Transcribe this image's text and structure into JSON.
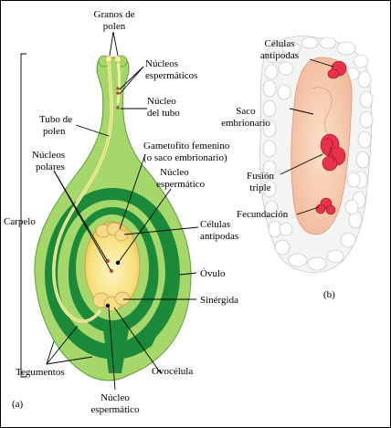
{
  "panel_a": {
    "label": "(a)",
    "labels": {
      "pollen_line1": "Granos de",
      "pollen_line2": "polen",
      "sperm_nuclei_line1": "Núcleos",
      "sperm_nuclei_line2": "espermáticos",
      "tube_nucleus_line1": "Núcleo",
      "tube_nucleus_line2": "del tubo",
      "pollen_tube_line1": "Tubo de",
      "pollen_tube_line2": "polen",
      "gametophyte_line1": "Gametofito femenino",
      "gametophyte_line2": "(o saco embrionario)",
      "polar_nuclei_line1": "Núcleos",
      "polar_nuclei_line2": "polares",
      "sperm_nucleus_top_line1": "Núcleo",
      "sperm_nucleus_top_line2": "espermático",
      "carpel": "Carpelo",
      "antipodal_line1": "Células",
      "antipodal_line2": "antípodas",
      "ovule": "Óvulo",
      "synergid": "Sinérgida",
      "integuments": "Tegumentos",
      "egg_cell": "Ovocélula",
      "sperm_nucleus_bottom_line1": "Núcleo",
      "sperm_nucleus_bottom_line2": "espermático"
    }
  },
  "panel_b": {
    "label": "(b)",
    "labels": {
      "antipodal_line1": "Células",
      "antipodal_line2": "antípodas",
      "embryo_sac_line1": "Saco",
      "embryo_sac_line2": "embrionario",
      "triple_fusion_line1": "Fusión",
      "triple_fusion_line2": "triple",
      "fertilization": "Fecundación"
    }
  },
  "colors": {
    "carpel_light_green": "#a6d76b",
    "ovule_dark_green": "#1a8a3a",
    "pollen_tube_yellow": "#f2f0a0",
    "embryo_sac_yellow": "#f7e07a",
    "embryo_sac_pink": "#f7cfb0",
    "nucleus_red": "#e8324a"
  }
}
